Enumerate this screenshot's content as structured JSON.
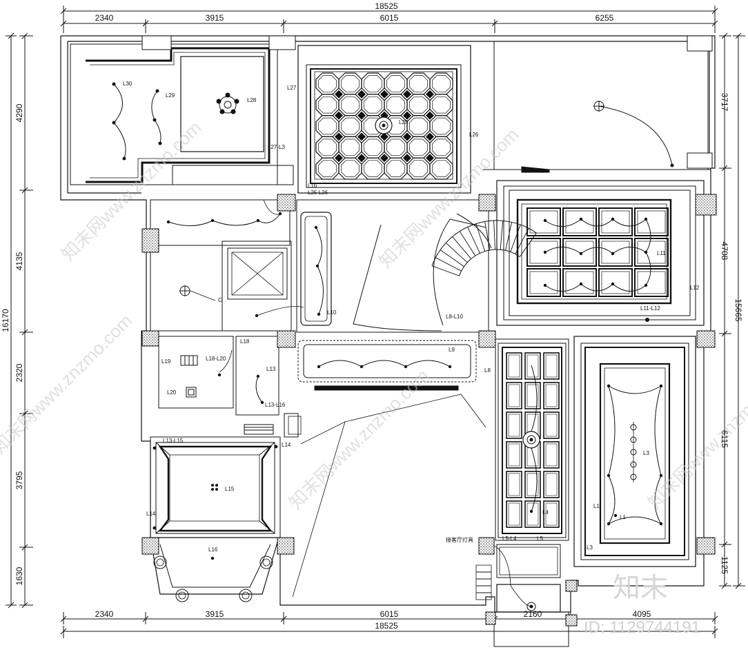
{
  "dimensions": {
    "top_total": "18525",
    "top": [
      "2340",
      "3915",
      "6015",
      "6255"
    ],
    "bottom": [
      "2340",
      "3915",
      "6015",
      "2160",
      "4095"
    ],
    "bottom_total": "18525",
    "left_total": "16170",
    "left": [
      "4290",
      "4135",
      "2320",
      "3795",
      "1630"
    ],
    "right": [
      "3717",
      "4708",
      "6115",
      "1125"
    ],
    "right_total": "15665"
  },
  "labels": {
    "l30": "L30",
    "l29": "L29",
    "l28": "L28",
    "l27": "L27",
    "l27l3": "L27-L3",
    "l25": "L25",
    "l26": "L26",
    "l2526": "L25 L26",
    "l16a": "L16",
    "l10": "L10",
    "l11": "L11",
    "l12": "L12",
    "l11l12": "L11-L12",
    "l8l10": "L8-L10",
    "l9": "L9",
    "l8": "L8",
    "l18": "L18",
    "l19": "L19",
    "l18l20": "L18-L20",
    "l20": "L20",
    "l13": "L13",
    "l13l16": "L13-L16",
    "l13l15": "L13-L15",
    "l14": "L14",
    "l15": "L15",
    "l14b": "L14",
    "l16": "L16",
    "l3": "L3",
    "l1a": "L1",
    "l1b": "L1",
    "l4": "L4",
    "l5l4": "L5-L4",
    "l5": "L5",
    "l3b": "L3",
    "living_note": "接客厅灯具",
    "c": "C"
  },
  "watermarks": {
    "site": "知末网www.znzmo.com",
    "brand": "知末",
    "id": "ID: 1129744191"
  }
}
